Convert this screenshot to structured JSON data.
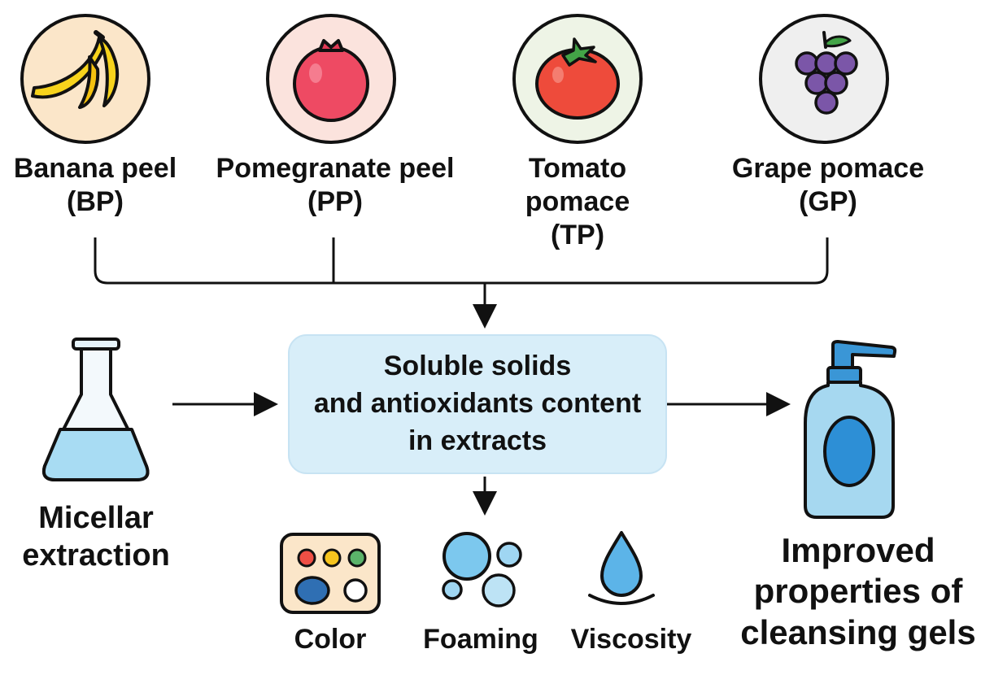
{
  "sources": [
    {
      "name": "Banana peel",
      "code": "(BP)",
      "icon": "banana-icon"
    },
    {
      "name": "Pomegranate peel",
      "code": "(PP)",
      "icon": "pomegranate-icon"
    },
    {
      "name": "Tomato",
      "name_line2": "pomace",
      "code": "(TP)",
      "icon": "tomato-icon"
    },
    {
      "name": "Grape pomace",
      "code": "(GP)",
      "icon": "grapes-icon"
    }
  ],
  "process": {
    "line1": "Micellar",
    "line2": "extraction",
    "icon": "flask-icon"
  },
  "center": {
    "line1": "Soluble solids",
    "line2": "and antioxidants content",
    "line3": "in extracts"
  },
  "properties": [
    {
      "label": "Color",
      "icon": "color-palette-icon"
    },
    {
      "label": "Foaming",
      "icon": "bubbles-icon"
    },
    {
      "label": "Viscosity",
      "icon": "droplet-icon"
    }
  ],
  "outcome": {
    "line1": "Improved",
    "line2": "properties of",
    "line3": "cleansing gels",
    "icon": "pump-bottle-icon"
  },
  "colors": {
    "center_box": "#d8eef9",
    "banana_circle": "#fbe6c9",
    "pomegranate_circle": "#fbe3dd",
    "tomato_circle": "#eef4e6",
    "grape_circle": "#efefef",
    "liquid": "#a8dcf3",
    "bottle": "#a6d8f0",
    "bottle_label": "#2d8fd6"
  }
}
